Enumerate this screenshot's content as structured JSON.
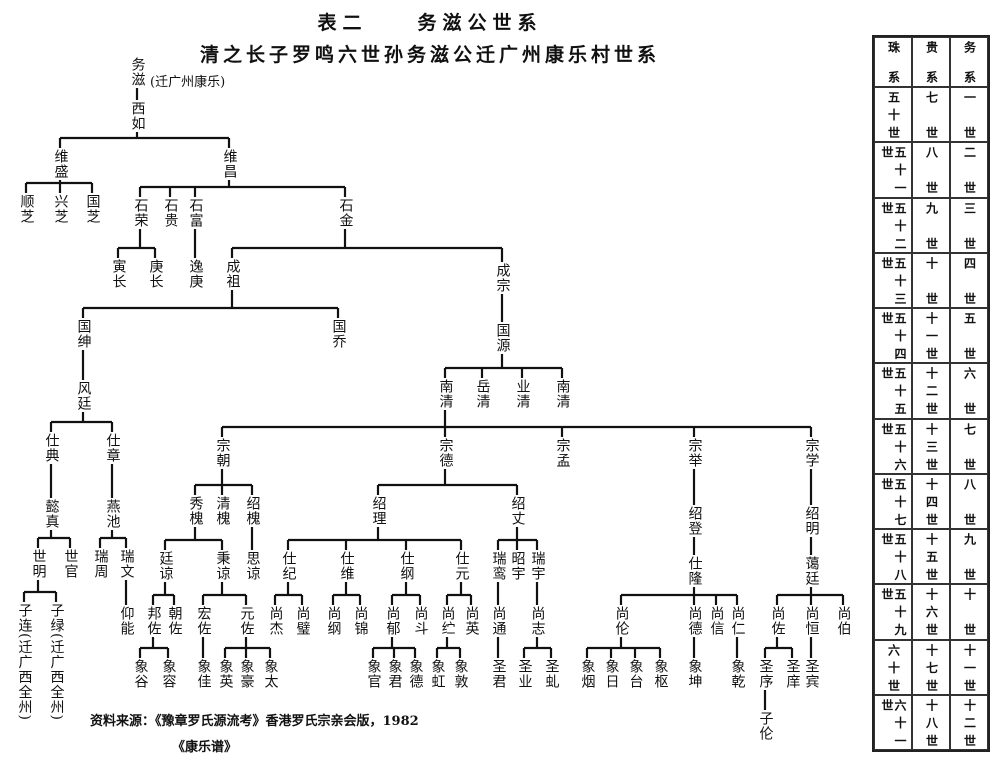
{
  "title": "表二　　务滋公世系",
  "subtitle": "清之长子罗鸣六世孙务滋公迁广州康乐村世系",
  "root_note": "(迁广州康乐)",
  "source_line": "资料来源：《豫章罗氏源流考》香港罗氏宗亲会版，1982",
  "source_line2": "《康乐谱》",
  "nodes": [
    {
      "name": "务滋",
      "parent": null
    },
    {
      "name": "西如",
      "parent": 0
    },
    {
      "name": "维盛",
      "parent": 1
    },
    {
      "name": "维昌",
      "parent": 1
    },
    {
      "name": "顺芝",
      "parent": 2
    },
    {
      "name": "兴芝",
      "parent": 2
    },
    {
      "name": "国芝",
      "parent": 2
    },
    {
      "name": "石荣",
      "parent": 3
    },
    {
      "name": "石贵",
      "parent": 3
    },
    {
      "name": "石富",
      "parent": 3
    },
    {
      "name": "石金",
      "parent": 3
    },
    {
      "name": "寅长",
      "parent": 7
    },
    {
      "name": "庚长",
      "parent": 7
    },
    {
      "name": "逸庚",
      "parent": 9
    },
    {
      "name": "成祖",
      "parent": 10
    },
    {
      "name": "成宗",
      "parent": 10
    },
    {
      "name": "国绅",
      "parent": 14
    },
    {
      "name": "国乔",
      "parent": 14
    },
    {
      "name": "风廷",
      "parent": 16
    },
    {
      "name": "仕典",
      "parent": 18
    },
    {
      "name": "仕章",
      "parent": 18
    },
    {
      "name": "懿真",
      "parent": 19
    },
    {
      "name": "燕池",
      "parent": 20
    },
    {
      "name": "世明",
      "parent": 21
    },
    {
      "name": "世官",
      "parent": 21
    },
    {
      "name": "瑞周",
      "parent": 22
    },
    {
      "name": "瑞文",
      "parent": 22
    },
    {
      "name": "子连(迁广西全州)",
      "parent": 23
    },
    {
      "name": "子绿(迁广西全州)",
      "parent": 23
    },
    {
      "name": "仰能",
      "parent": 26
    },
    {
      "name": "国源",
      "parent": 15
    },
    {
      "name": "南清",
      "parent": 30
    },
    {
      "name": "岳清",
      "parent": 30
    },
    {
      "name": "业清",
      "parent": 30
    },
    {
      "name": "南清",
      "parent": 30
    },
    {
      "name": "宗朝",
      "parent": 31
    },
    {
      "name": "宗德",
      "parent": 31
    },
    {
      "name": "宗孟",
      "parent": 31
    },
    {
      "name": "宗举",
      "parent": 31
    },
    {
      "name": "宗学",
      "parent": 31
    },
    {
      "name": "秀槐",
      "parent": 35
    },
    {
      "name": "清槐",
      "parent": 35
    },
    {
      "name": "绍槐",
      "parent": 35
    },
    {
      "name": "廷谅",
      "parent": 40
    },
    {
      "name": "秉谅",
      "parent": 40
    },
    {
      "name": "思谅",
      "parent": 42
    },
    {
      "name": "邦佐",
      "parent": 43
    },
    {
      "name": "朝佐",
      "parent": 43
    },
    {
      "name": "宏佐",
      "parent": 44
    },
    {
      "name": "元佐",
      "parent": 44
    },
    {
      "name": "象谷",
      "parent": 46
    },
    {
      "name": "象容",
      "parent": 46
    },
    {
      "name": "象佳",
      "parent": 48
    },
    {
      "name": "象英",
      "parent": 49
    },
    {
      "name": "象豪",
      "parent": 49
    },
    {
      "name": "象太",
      "parent": 49
    },
    {
      "name": "绍理",
      "parent": 36
    },
    {
      "name": "绍丈",
      "parent": 36
    },
    {
      "name": "仕纪",
      "parent": 56
    },
    {
      "name": "仕维",
      "parent": 56
    },
    {
      "name": "仕纲",
      "parent": 56
    },
    {
      "name": "仕元",
      "parent": 56
    },
    {
      "name": "尚杰",
      "parent": 58
    },
    {
      "name": "尚璧",
      "parent": 58
    },
    {
      "name": "尚纲",
      "parent": 59
    },
    {
      "name": "尚锦",
      "parent": 59
    },
    {
      "name": "尚郁",
      "parent": 60
    },
    {
      "name": "尚斗",
      "parent": 60
    },
    {
      "name": "尚纻",
      "parent": 61
    },
    {
      "name": "尚英",
      "parent": 61
    },
    {
      "name": "象官",
      "parent": 66
    },
    {
      "name": "象君",
      "parent": 66
    },
    {
      "name": "象德",
      "parent": 66
    },
    {
      "name": "象虹",
      "parent": 68
    },
    {
      "name": "象敦",
      "parent": 68
    },
    {
      "name": "瑞鸾",
      "parent": 57
    },
    {
      "name": "昭宇",
      "parent": 57
    },
    {
      "name": "瑞宇",
      "parent": 57
    },
    {
      "name": "尚通",
      "parent": 75
    },
    {
      "name": "尚志",
      "parent": 77
    },
    {
      "name": "圣君",
      "parent": 78
    },
    {
      "name": "圣业",
      "parent": 79
    },
    {
      "name": "圣虬",
      "parent": 79
    },
    {
      "name": "绍登",
      "parent": 38
    },
    {
      "name": "仕隆",
      "parent": 83
    },
    {
      "name": "尚伦",
      "parent": 84
    },
    {
      "name": "尚德",
      "parent": 84
    },
    {
      "name": "尚信",
      "parent": 84
    },
    {
      "name": "尚仁",
      "parent": 84
    },
    {
      "name": "象烟",
      "parent": 85
    },
    {
      "name": "象日",
      "parent": 85
    },
    {
      "name": "象台",
      "parent": 85
    },
    {
      "name": "象枢",
      "parent": 85
    },
    {
      "name": "象坤",
      "parent": 86
    },
    {
      "name": "象乾",
      "parent": 88
    },
    {
      "name": "绍明",
      "parent": 39
    },
    {
      "name": "蔼廷",
      "parent": 95
    },
    {
      "name": "尚佐",
      "parent": 96
    },
    {
      "name": "尚恒",
      "parent": 96
    },
    {
      "name": "尚伯",
      "parent": 96
    },
    {
      "name": "圣序",
      "parent": 97
    },
    {
      "name": "圣庠",
      "parent": 97
    },
    {
      "name": "子伦",
      "parent": 100
    },
    {
      "name": "圣宾",
      "parent": 98
    }
  ],
  "generation_table": {
    "headers": [
      "珠系",
      "贵系",
      "务系"
    ],
    "rows": [
      [
        "五十世",
        "七世",
        "一世"
      ],
      [
        "五十一世",
        "八世",
        "二世"
      ],
      [
        "五十二世",
        "九世",
        "三世"
      ],
      [
        "五十三世",
        "十世",
        "四世"
      ],
      [
        "五十四世",
        "十一世",
        "五世"
      ],
      [
        "五十五世",
        "十二世",
        "六世"
      ],
      [
        "五十六世",
        "十三世",
        "七世"
      ],
      [
        "五十七世",
        "十四世",
        "八世"
      ],
      [
        "五十八世",
        "十五世",
        "九世"
      ],
      [
        "五十九世",
        "十六世",
        "十世"
      ],
      [
        "六十世",
        "十七世",
        "十一世"
      ],
      [
        "六十一世",
        "十八世",
        "十二世"
      ]
    ]
  }
}
